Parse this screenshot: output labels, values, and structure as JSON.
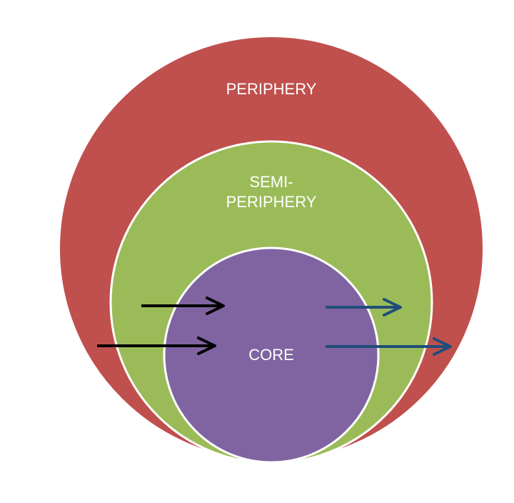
{
  "diagram": {
    "labels": {
      "periphery": "PERIPHERY",
      "semi_line1": "SEMI-",
      "semi_line2": "PERIPHERY",
      "core": "CORE"
    },
    "colors": {
      "periphery": "#C0504D",
      "semi_periphery": "#9BBB59",
      "core": "#8064A2",
      "ring_border": "#ffffff",
      "inbound_arrow": "#000000",
      "outbound_arrow": "#1F4E79",
      "background": "#ffffff"
    },
    "arrows": [
      {
        "name": "inbound-arrow-semi-to-core",
        "direction": "inbound"
      },
      {
        "name": "inbound-arrow-periphery-to-core",
        "direction": "inbound"
      },
      {
        "name": "outbound-arrow-core-to-semi",
        "direction": "outbound"
      },
      {
        "name": "outbound-arrow-core-to-periphery",
        "direction": "outbound"
      }
    ]
  }
}
